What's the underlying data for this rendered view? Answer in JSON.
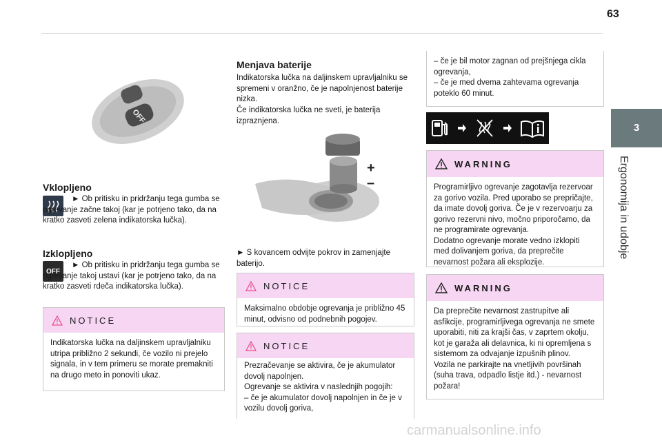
{
  "page_number": "63",
  "side_tab": {
    "number": "3",
    "label": "Ergonomija in udobje"
  },
  "col1": {
    "on_title": "Vklopljeno",
    "on_text": "► Ob pritisku in pridržanju tega gumba se ogrevanje začne takoj (kar je potrjeno tako, da na kratko zasveti zelena indikatorska lučka).",
    "off_title": "Izklopljeno",
    "off_icon_label": "OFF",
    "off_text": "► Ob pritisku in pridržanju tega gumba se ogrevanje takoj ustavi (kar je potrjeno tako, da na kratko zasveti rdeča indikatorska lučka).",
    "notice_label": "NOTICE",
    "notice_text": "Indikatorska lučka na daljinskem upravljalniku utripa približno 2 sekundi, če vozilo ni prejelo signala, in v tem primeru se morate premakniti na drugo meto in ponoviti ukaz."
  },
  "col2": {
    "battery_title": "Menjava baterije",
    "battery_text1": "Indikatorska lučka na daljinskem upravljalniku se spremeni v oranžno, če je napolnjenost baterije nizka.",
    "battery_text2": "Če indikatorska lučka ne sveti, je baterija izpraznjena.",
    "plus": "+",
    "minus": "–",
    "coin_text": "► S kovancem odvijte pokrov in zamenjajte baterijo.",
    "notice1_label": "NOTICE",
    "notice1_text": "Maksimalno obdobje ogrevanja je približno 45 minut, odvisno od podnebnih pogojev.",
    "notice2_label": "NOTICE",
    "notice2_text1": "Prezračevanje se aktivira, če je akumulator dovolj napolnjen.",
    "notice2_text2": "Ogrevanje se aktivira v naslednjih pogojih:",
    "notice2_text3": "– če je akumulator dovolj napolnjen in če je v vozilu dovolj goriva,"
  },
  "col3": {
    "cont_text1": "– če je bil motor zagnan od prejšnjega cikla ogrevanja,",
    "cont_text2": "– če je med dvema zahtevama ogrevanja poteklo 60 minut.",
    "warn1_label": "WARNING",
    "warn1_text": "Programirljivo ogrevanje zagotavlja rezervoar za gorivo vozila. Pred uporabo se prepričajte, da imate dovolj goriva. Če je v rezervoarju za gorivo rezervni nivo, močno priporočamo, da ne programirate ogrevanja.",
    "warn1_text2": "Dodatno ogrevanje morate vedno izklopiti med dolivanjem goriva, da preprečite nevarnost požara ali eksplozije.",
    "warn2_label": "WARNING",
    "warn2_text": "Da preprečite nevarnost zastrupitve ali asfikcije, programirljivega ogrevanja ne smete uporabiti, niti za krajši čas, v zaprtem okolju, kot je garaža ali delavnica, ki ni opremljena s sistemom za odvajanje izpušnih plinov.",
    "warn2_text2": "Vozila ne parkirajte na vnetljivih površinah (suha trava, odpadlo listje itd.) - nevarnost požara!"
  },
  "remote_off_label": "OFF",
  "watermark": "carmanualsonline.info",
  "colors": {
    "notice_header": "#f7d6f4",
    "side_tab": "#6b7a7d",
    "triangle": "#e84f8a"
  }
}
